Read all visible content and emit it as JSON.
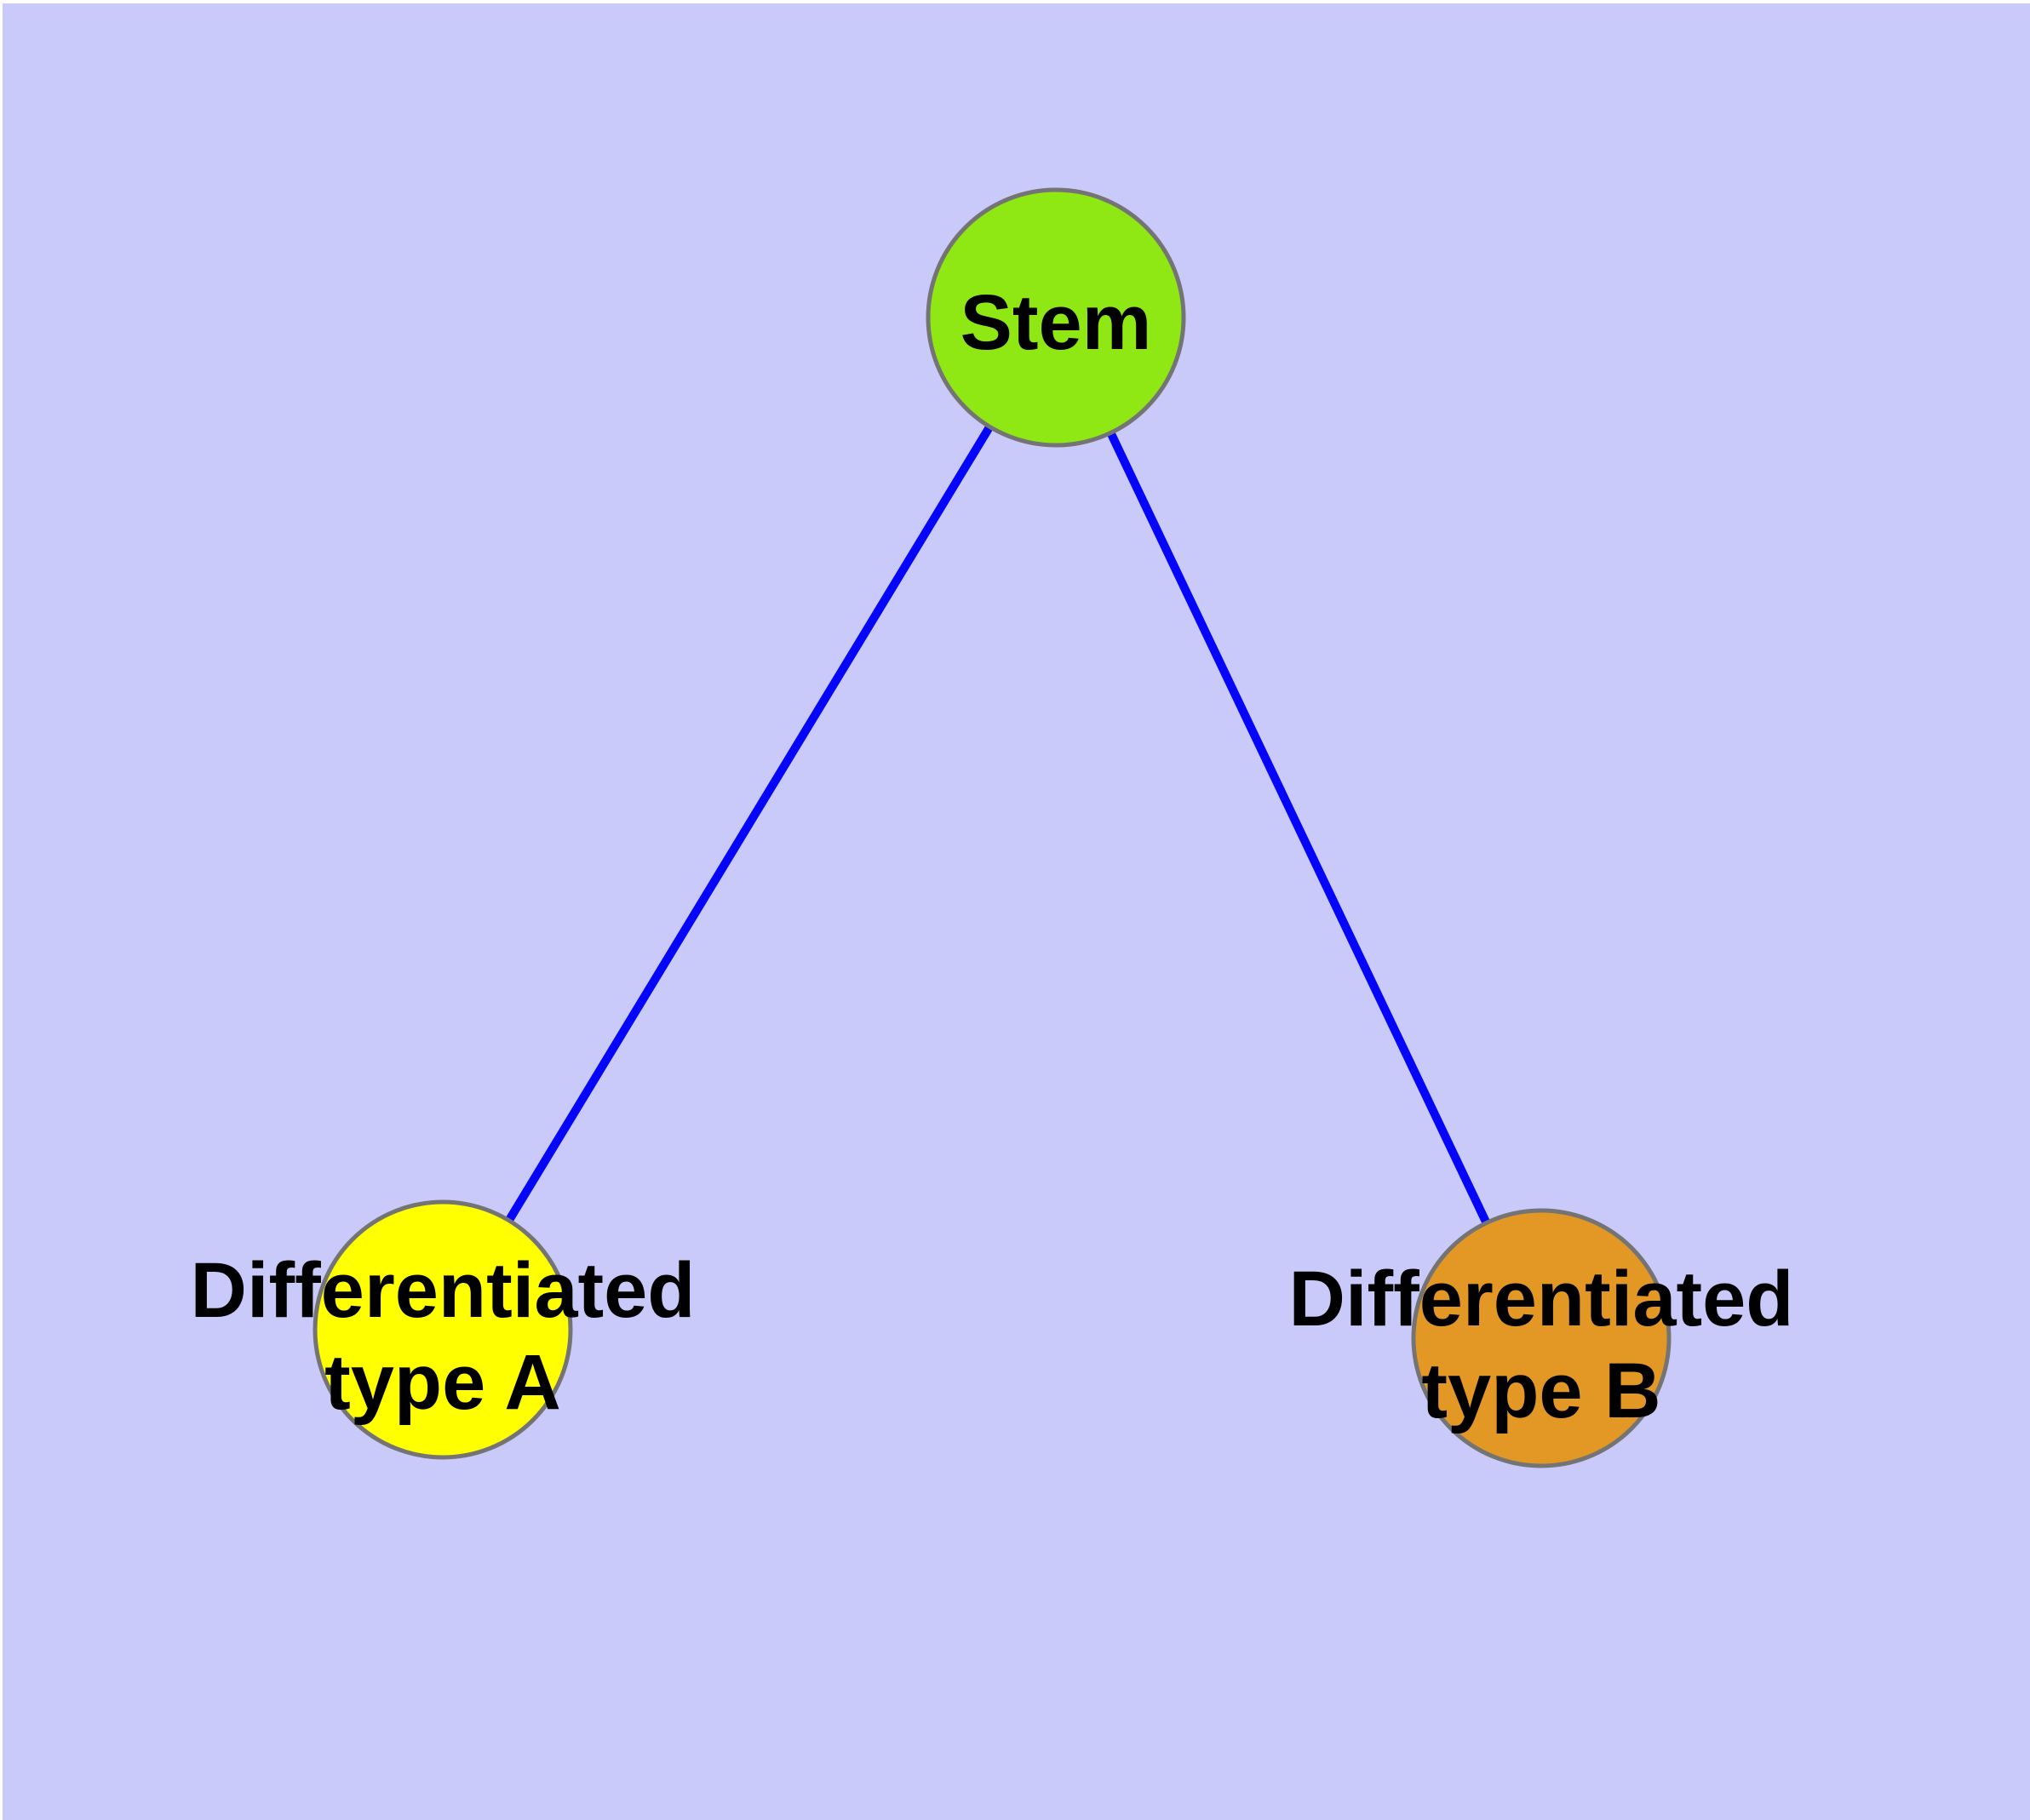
{
  "diagram": {
    "title": "",
    "background_color": "#CACAFA",
    "margin_color": "#FFFFFF",
    "label_color": "#000000",
    "edge_style": {
      "color": "#0505FA",
      "width": "10"
    },
    "node_border": {
      "color": "#747474",
      "width": "5"
    },
    "nodes": {
      "stem": {
        "label": "Stem",
        "fill": "#8FE814"
      },
      "type_a": {
        "label": "Differentiated type A",
        "label_line1": "Differentiated",
        "label_line2": "type A",
        "fill": "#FFFF00"
      },
      "type_b": {
        "label": "Differentiated type B",
        "label_line1": "Differentiated",
        "label_line2": "type B",
        "fill": "#E39826"
      }
    },
    "edges": [
      {
        "from": "Stem",
        "to": "Differentiated type A"
      },
      {
        "from": "Stem",
        "to": "Differentiated type B"
      }
    ]
  }
}
